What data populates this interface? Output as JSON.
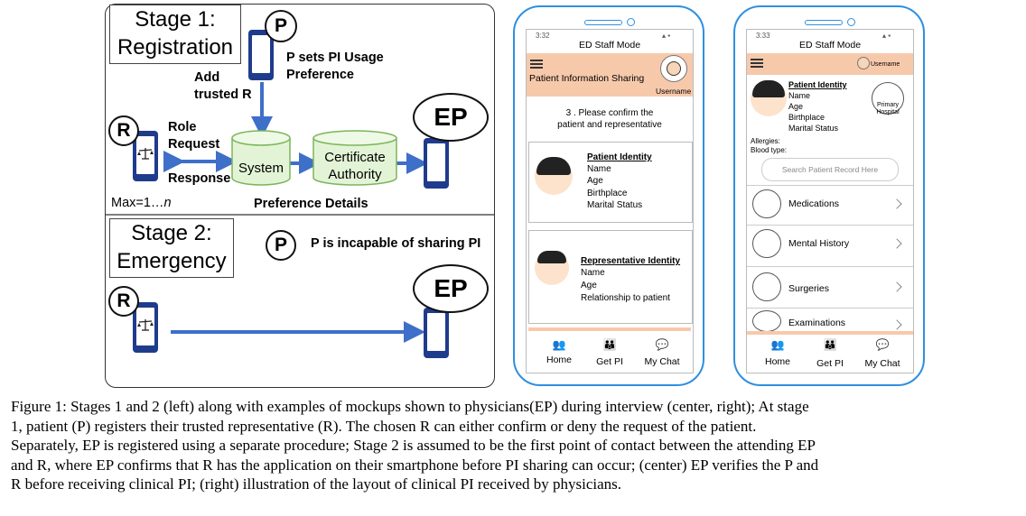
{
  "diagram": {
    "stage1": {
      "line1": "Stage 1:",
      "line2": "Registration"
    },
    "stage2": {
      "line1": "Stage 2:",
      "line2": "Emergency"
    },
    "p_label": "P",
    "r_label": "R",
    "ep_label": "EP",
    "p_sets": {
      "line1": "P sets PI Usage",
      "line2": "Preference"
    },
    "add_trusted": {
      "line1": "Add",
      "line2": "trusted R"
    },
    "role_request": {
      "line1": "Role",
      "line2": "Request"
    },
    "response": "Response",
    "system": "System",
    "cert_authority": {
      "line1": "Certificate",
      "line2": "Authority"
    },
    "max": "Max=1…",
    "max_n": "n",
    "preference_details": "Preference Details",
    "incapable": "P is incapable of sharing PI"
  },
  "center_phone": {
    "time": "3:32",
    "mode": "ED Staff Mode",
    "section_title": "Patient Information Sharing",
    "username": "Username",
    "instruction": {
      "line1": "3 . Please confirm the",
      "line2": "patient and representative"
    },
    "patient_identity": {
      "title": "Patient Identity",
      "fields": [
        "Name",
        "Age",
        "Birthplace",
        "Marital Status"
      ]
    },
    "rep_identity": {
      "title": "Representative Identity",
      "fields": [
        "Name",
        "Age",
        "Relationship to patient"
      ]
    },
    "tabs": [
      "Home",
      "Get PI",
      "My Chat"
    ]
  },
  "right_phone": {
    "time": "3:33",
    "mode": "ED Staff Mode",
    "username": "Username",
    "patient_identity": {
      "title": "Patient Identity",
      "fields": [
        "Name",
        "Age",
        "Birthplace",
        "Marital Status"
      ]
    },
    "hospital": {
      "line1": "Primary",
      "line2": "Hospital"
    },
    "allergies": "Allergies:",
    "blood_type": "Blood type:",
    "search_placeholder": "Search Patient Record Here",
    "menu": [
      "Medications",
      "Mental History",
      "Surgeries",
      "Examinations"
    ],
    "tabs": [
      "Home",
      "Get PI",
      "My Chat"
    ]
  },
  "caption": {
    "line1": "Figure 1: Stages 1 and 2 (left) along with examples of mockups shown to physicians(EP) during interview (center, right); At stage",
    "line2": "1, patient (P) registers their trusted representative (R). The chosen R can either confirm or deny the request of the patient.",
    "line3": "Separately, EP is registered using a separate procedure; Stage 2 is assumed to be the first point of contact between the attending EP",
    "line4": "and R, where EP confirms that R has the application on their smartphone before PI sharing can occur; (center) EP verifies the P and",
    "line5": "R before receiving clinical PI; (right) illustration of the layout of clinical PI received by physicians."
  }
}
